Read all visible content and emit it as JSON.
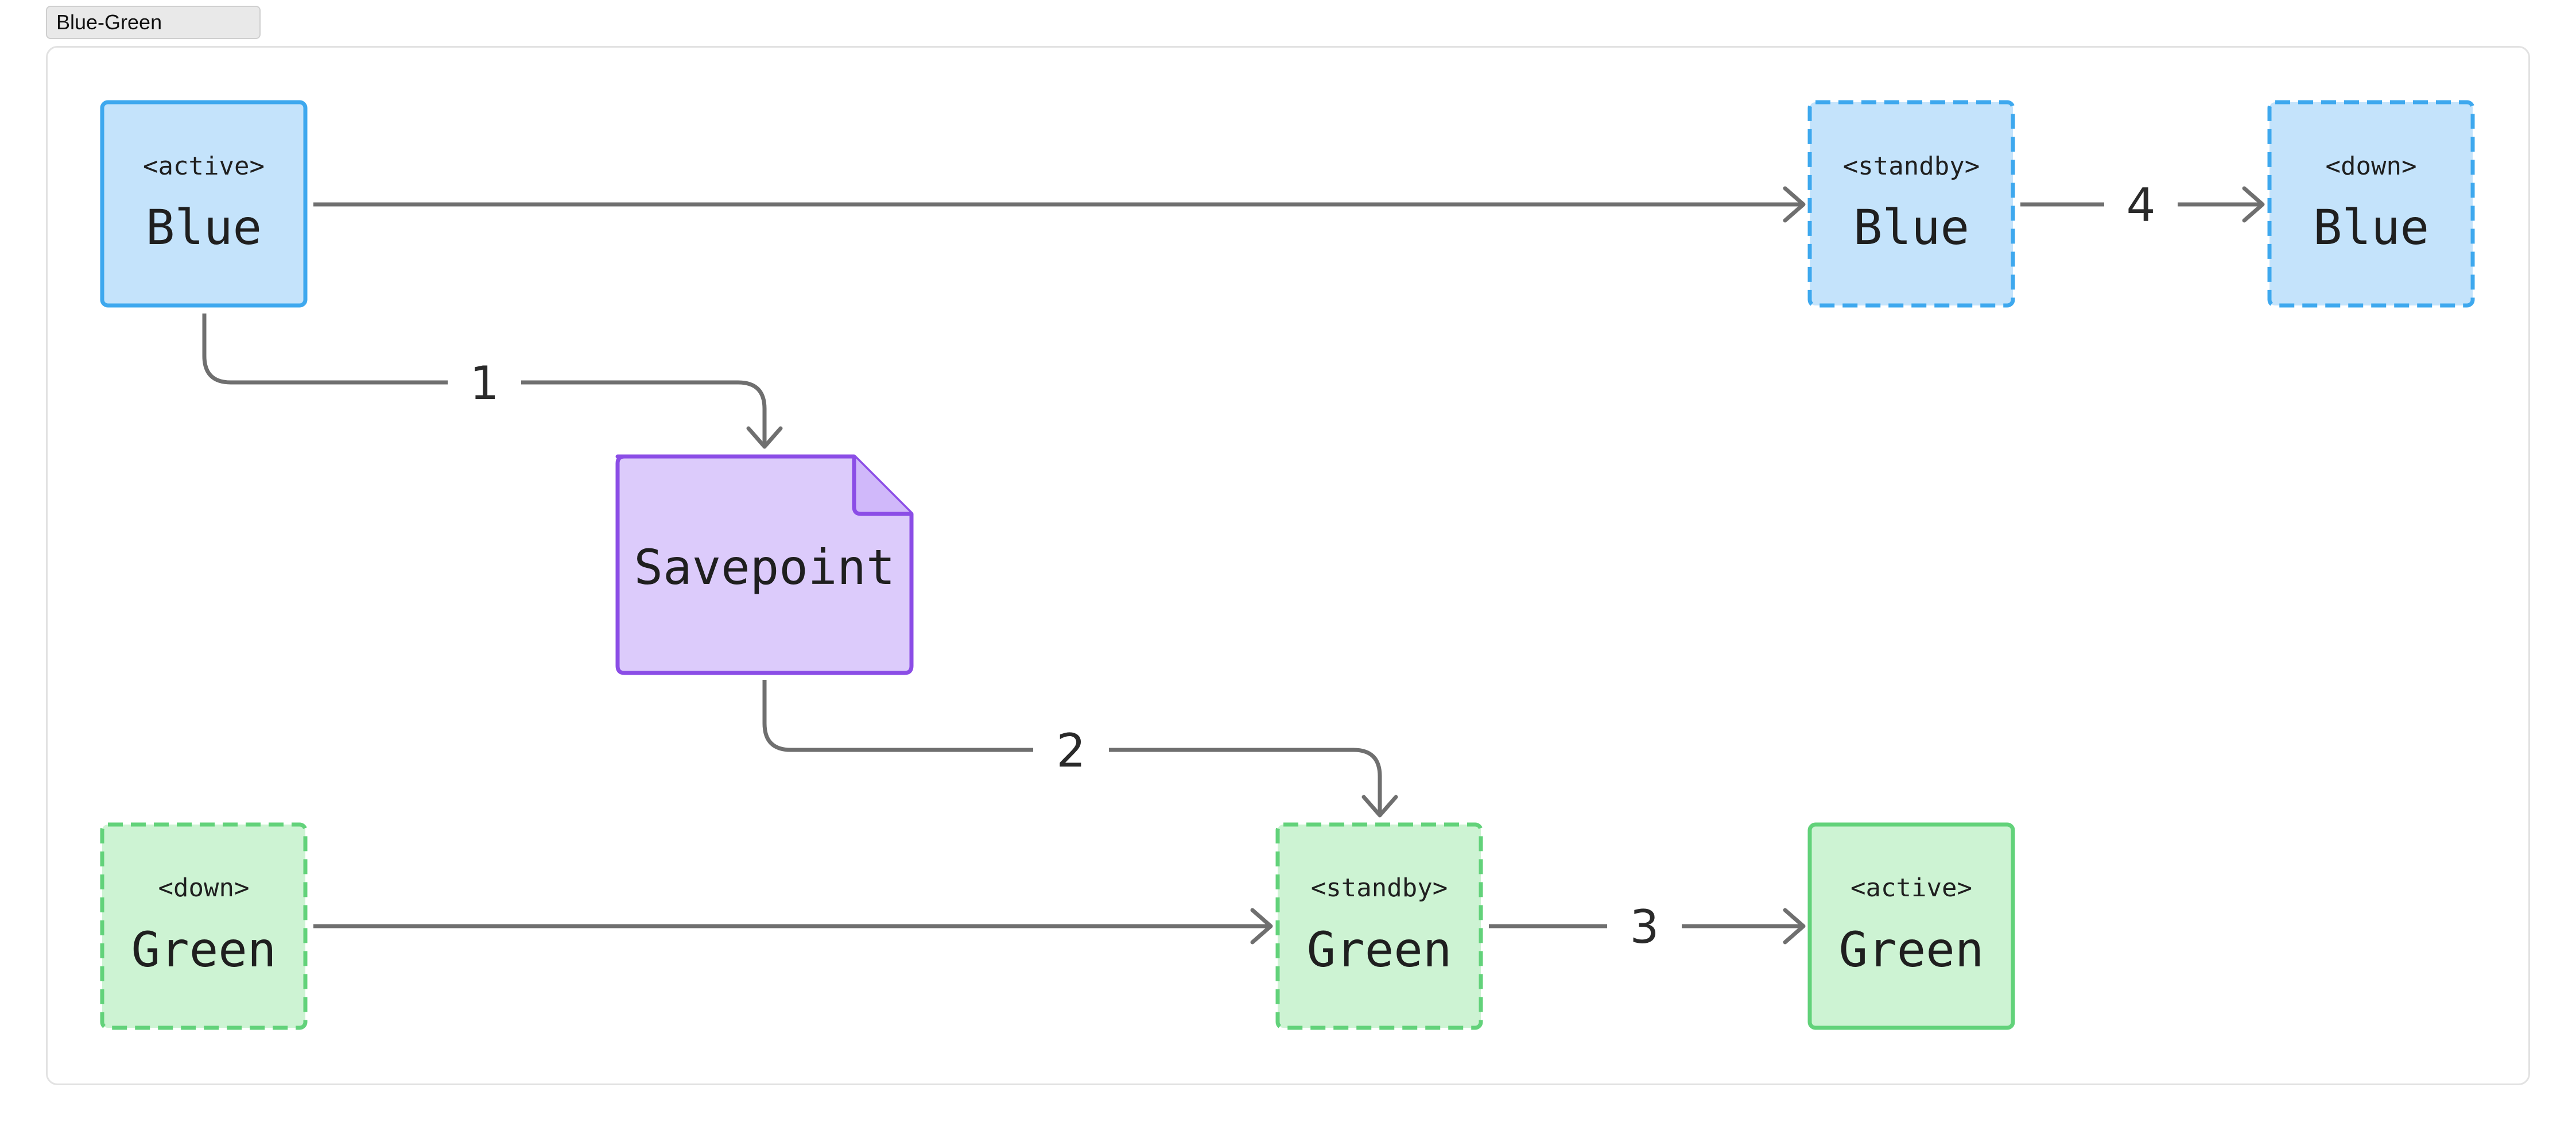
{
  "tab": {
    "label": "Blue-Green"
  },
  "colors": {
    "blue_fill": "#c4e3fb",
    "blue_stroke": "#3ea8ee",
    "green_fill": "#cdf3d3",
    "green_stroke": "#62d27a",
    "purple_fill": "#dccbfb",
    "purple_stroke": "#8b4de6",
    "edge": "#6f6f6f"
  },
  "nodes": {
    "blue_active": {
      "state": "<active>",
      "name": "Blue"
    },
    "blue_standby": {
      "state": "<standby>",
      "name": "Blue"
    },
    "blue_down": {
      "state": "<down>",
      "name": "Blue"
    },
    "savepoint": {
      "name": "Savepoint"
    },
    "green_down": {
      "state": "<down>",
      "name": "Green"
    },
    "green_standby": {
      "state": "<standby>",
      "name": "Green"
    },
    "green_active": {
      "state": "<active>",
      "name": "Green"
    }
  },
  "edges": {
    "blue_to_savepoint": "1",
    "savepoint_to_green": "2",
    "green_standby_to_active": "3",
    "blue_standby_to_down": "4"
  }
}
